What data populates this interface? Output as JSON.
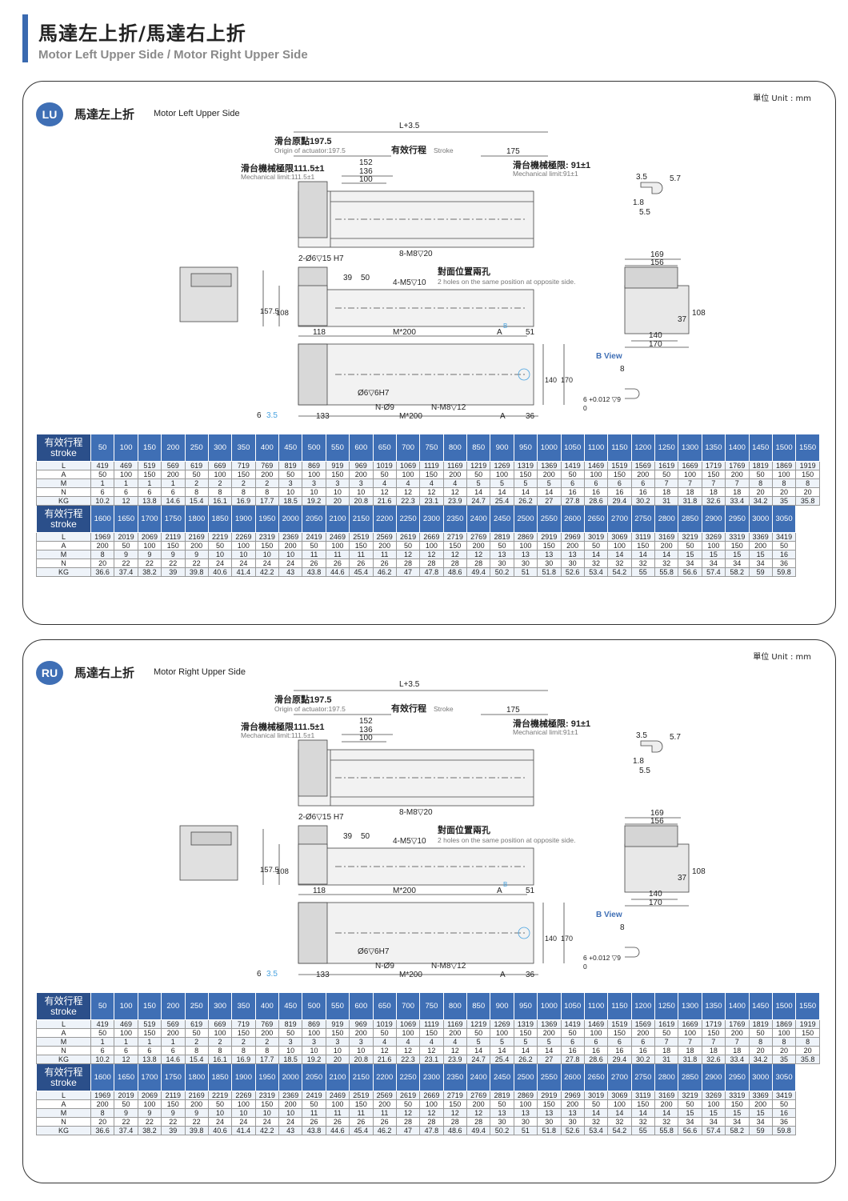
{
  "header": {
    "title_zh": "馬達左上折/馬達右上折",
    "title_en": "Motor Left Upper Side / Motor Right Upper Side"
  },
  "colors": {
    "accent": "#3f6fb5",
    "header_dark": "#2b4f8a",
    "row_alt": "#eef3f9"
  },
  "unit_label": "單位 Unit : mm",
  "sections": [
    {
      "badge": "LU",
      "title_zh": "馬達左上折",
      "title_en": "Motor Left Upper Side"
    },
    {
      "badge": "RU",
      "title_zh": "馬達右上折",
      "title_en": "Motor Right Upper Side"
    }
  ],
  "drawing": {
    "L_plus": "L+3.5",
    "origin_zh": "滑台原點197.5",
    "origin_en": "Origin of actuator:197.5",
    "stroke_zh": "有效行程",
    "stroke_en": "Stroke",
    "d175": "175",
    "mech_left_zh": "滑台機械極限111.5±1",
    "mech_left_en": "Mechanical limit:111.5±1",
    "mech_right_zh": "滑台機械極限: 91±1",
    "mech_right_en": "Mechanical limit:91±1",
    "d152": "152",
    "d136": "136",
    "d100": "100",
    "d35": "3.5",
    "d57": "5.7",
    "d18": "1.8",
    "d55": "5.5",
    "holes_a": "2-Ø6▽15 H7",
    "holes_b": "8-M8▽20",
    "d169": "169",
    "d156": "156",
    "d39": "39",
    "d50": "50",
    "holes_c": "4-M5▽10",
    "opp_zh": "對面位置兩孔",
    "opp_en": "2 holes on the same position at opposite side.",
    "d1575": "157.5",
    "d108": "108",
    "d37": "37",
    "d140": "140",
    "d170": "170",
    "d118": "118",
    "m200": "M*200",
    "a_label": "A",
    "d51": "51",
    "b_mark": "B",
    "bview": "B View",
    "d8": "8",
    "tol": "6 +0.012 ▽9",
    "tol0": "0",
    "d6": "6",
    "d35b": "3.5",
    "d133": "133",
    "hole_d": "Ø6▽6H7",
    "n_d9": "N-Ø9",
    "n_m8": "N-M8▽12",
    "d36": "36"
  },
  "table": {
    "stroke_zh": "有效行程",
    "stroke_en": "stroke",
    "row_labels": [
      "L",
      "A",
      "M",
      "N",
      "KG"
    ],
    "block1": {
      "stroke": [
        "50",
        "100",
        "150",
        "200",
        "250",
        "300",
        "350",
        "400",
        "450",
        "500",
        "550",
        "600",
        "650",
        "700",
        "750",
        "800",
        "850",
        "900",
        "950",
        "1000",
        "1050",
        "1100",
        "1150",
        "1200",
        "1250",
        "1300",
        "1350",
        "1400",
        "1450",
        "1500",
        "1550"
      ],
      "L": [
        "419",
        "469",
        "519",
        "569",
        "619",
        "669",
        "719",
        "769",
        "819",
        "869",
        "919",
        "969",
        "1019",
        "1069",
        "1119",
        "1169",
        "1219",
        "1269",
        "1319",
        "1369",
        "1419",
        "1469",
        "1519",
        "1569",
        "1619",
        "1669",
        "1719",
        "1769",
        "1819",
        "1869",
        "1919"
      ],
      "A": [
        "50",
        "100",
        "150",
        "200",
        "50",
        "100",
        "150",
        "200",
        "50",
        "100",
        "150",
        "200",
        "50",
        "100",
        "150",
        "200",
        "50",
        "100",
        "150",
        "200",
        "50",
        "100",
        "150",
        "200",
        "50",
        "100",
        "150",
        "200",
        "50",
        "100",
        "150"
      ],
      "M": [
        "1",
        "1",
        "1",
        "1",
        "2",
        "2",
        "2",
        "2",
        "3",
        "3",
        "3",
        "3",
        "4",
        "4",
        "4",
        "4",
        "5",
        "5",
        "5",
        "5",
        "6",
        "6",
        "6",
        "6",
        "7",
        "7",
        "7",
        "7",
        "8",
        "8",
        "8"
      ],
      "N": [
        "6",
        "6",
        "6",
        "6",
        "8",
        "8",
        "8",
        "8",
        "10",
        "10",
        "10",
        "10",
        "12",
        "12",
        "12",
        "12",
        "14",
        "14",
        "14",
        "14",
        "16",
        "16",
        "16",
        "16",
        "18",
        "18",
        "18",
        "18",
        "20",
        "20",
        "20"
      ],
      "KG": [
        "10.2",
        "12",
        "13.8",
        "14.6",
        "15.4",
        "16.1",
        "16.9",
        "17.7",
        "18.5",
        "19.2",
        "20",
        "20.8",
        "21.6",
        "22.3",
        "23.1",
        "23.9",
        "24.7",
        "25.4",
        "26.2",
        "27",
        "27.8",
        "28.6",
        "29.4",
        "30.2",
        "31",
        "31.8",
        "32.6",
        "33.4",
        "34.2",
        "35",
        "35.8"
      ]
    },
    "block2": {
      "stroke": [
        "1600",
        "1650",
        "1700",
        "1750",
        "1800",
        "1850",
        "1900",
        "1950",
        "2000",
        "2050",
        "2100",
        "2150",
        "2200",
        "2250",
        "2300",
        "2350",
        "2400",
        "2450",
        "2500",
        "2550",
        "2600",
        "2650",
        "2700",
        "2750",
        "2800",
        "2850",
        "2900",
        "2950",
        "3000",
        "3050"
      ],
      "L": [
        "1969",
        "2019",
        "2069",
        "2119",
        "2169",
        "2219",
        "2269",
        "2319",
        "2369",
        "2419",
        "2469",
        "2519",
        "2569",
        "2619",
        "2669",
        "2719",
        "2769",
        "2819",
        "2869",
        "2919",
        "2969",
        "3019",
        "3069",
        "3119",
        "3169",
        "3219",
        "3269",
        "3319",
        "3369",
        "3419"
      ],
      "A": [
        "200",
        "50",
        "100",
        "150",
        "200",
        "50",
        "100",
        "150",
        "200",
        "50",
        "100",
        "150",
        "200",
        "50",
        "100",
        "150",
        "200",
        "50",
        "100",
        "150",
        "200",
        "50",
        "100",
        "150",
        "200",
        "50",
        "100",
        "150",
        "200",
        "50"
      ],
      "M": [
        "8",
        "9",
        "9",
        "9",
        "9",
        "10",
        "10",
        "10",
        "10",
        "11",
        "11",
        "11",
        "11",
        "12",
        "12",
        "12",
        "12",
        "13",
        "13",
        "13",
        "13",
        "14",
        "14",
        "14",
        "14",
        "15",
        "15",
        "15",
        "15",
        "16"
      ],
      "N": [
        "20",
        "22",
        "22",
        "22",
        "22",
        "24",
        "24",
        "24",
        "24",
        "26",
        "26",
        "26",
        "26",
        "28",
        "28",
        "28",
        "28",
        "30",
        "30",
        "30",
        "30",
        "32",
        "32",
        "32",
        "32",
        "34",
        "34",
        "34",
        "34",
        "36"
      ],
      "KG": [
        "36.6",
        "37.4",
        "38.2",
        "39",
        "39.8",
        "40.6",
        "41.4",
        "42.2",
        "43",
        "43.8",
        "44.6",
        "45.4",
        "46.2",
        "47",
        "47.8",
        "48.6",
        "49.4",
        "50.2",
        "51",
        "51.8",
        "52.6",
        "53.4",
        "54.2",
        "55",
        "55.8",
        "56.6",
        "57.4",
        "58.2",
        "59",
        "59.8"
      ]
    }
  }
}
